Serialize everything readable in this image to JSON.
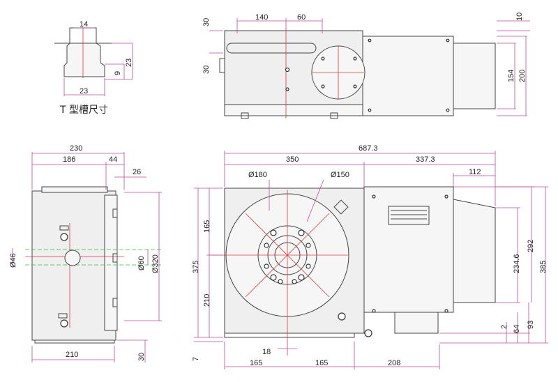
{
  "tslot": {
    "caption": "T 型槽尺寸",
    "dims": {
      "top": "14",
      "height": "23",
      "step": "9",
      "bottom": "23"
    }
  },
  "top_view": {
    "dims": {
      "d30a": "30",
      "d140": "140",
      "d60": "60",
      "d10": "10",
      "d30b": "30",
      "d154": "154",
      "d200": "200"
    }
  },
  "side_view": {
    "dims": {
      "d230": "230",
      "d186": "186",
      "d44": "44",
      "d26": "26",
      "d46": "Ø46",
      "d60": "Ø60",
      "d320": "Ø320",
      "d210": "210",
      "d30": "30"
    }
  },
  "front_view": {
    "dims": {
      "d687": "687.3",
      "d350": "350",
      "d337": "337.3",
      "d180": "Ø180",
      "d150": "Ø150",
      "d112": "112",
      "d165v": "165",
      "d375": "375",
      "d210v": "210",
      "d234": "234.6",
      "d292": "292",
      "d385": "385",
      "d2": "2",
      "d64": "64",
      "d93": "93",
      "d18": "18",
      "d7": "7",
      "d165a": "165",
      "d165b": "165",
      "d208": "208"
    }
  },
  "colors": {
    "dimension": "#c04a9a",
    "centerline": "#e23a3a",
    "green_centerline": "#3dbd3d",
    "outline": "#444444"
  }
}
